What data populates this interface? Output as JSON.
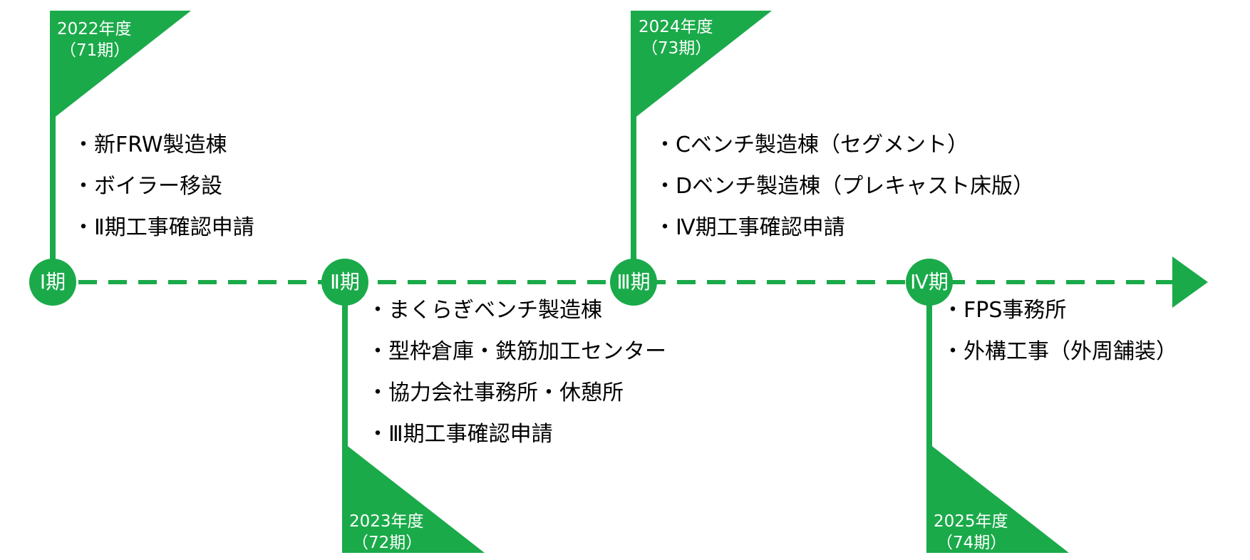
{
  "colors": {
    "accent": "#1aaa4a",
    "text": "#000000"
  },
  "periods": [
    {
      "node_label": "Ⅰ期",
      "year": "2022年度",
      "term": "（71期）",
      "items": [
        "・新FRW製造棟",
        "・ボイラー移設",
        "・Ⅱ期工事確認申請"
      ]
    },
    {
      "node_label": "Ⅱ期",
      "year": "2023年度",
      "term": "（72期）",
      "items": [
        "・まくらぎベンチ製造棟",
        "・型枠倉庫・鉄筋加工センター",
        "・協力会社事務所・休憩所",
        "・Ⅲ期工事確認申請"
      ]
    },
    {
      "node_label": "Ⅲ期",
      "year": "2024年度",
      "term": "（73期）",
      "items": [
        "・Cベンチ製造棟（セグメント）",
        "・Dベンチ製造棟（プレキャスト床版）",
        "・Ⅳ期工事確認申請"
      ]
    },
    {
      "node_label": "Ⅳ期",
      "year": "2025年度",
      "term": "（74期）",
      "items": [
        "・FPS事務所",
        "・外構工事（外周舗装）"
      ]
    }
  ]
}
